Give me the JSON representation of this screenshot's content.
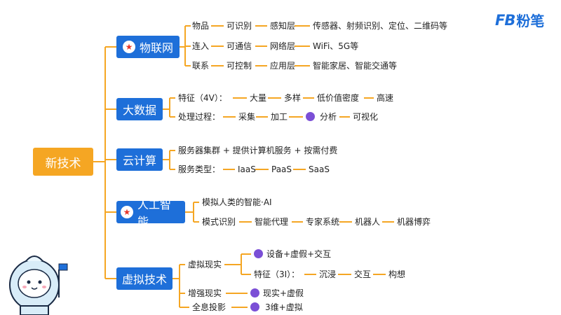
{
  "brand": {
    "mark": "FB",
    "name": "粉笔"
  },
  "root": {
    "label": "新技术"
  },
  "categories": [
    {
      "label": "物联网",
      "starred": true,
      "rows": [
        [
          "物品",
          "可识别",
          "感知层",
          "传感器、射频识别、定位、二维码等"
        ],
        [
          "连入",
          "可通信",
          "网络层",
          "WiFi、5G等"
        ],
        [
          "联系",
          "可控制",
          "应用层",
          "智能家居、智能交通等"
        ]
      ]
    },
    {
      "label": "大数据",
      "starred": false,
      "rows": [
        [
          "特征（4V）：",
          "大量",
          "多样",
          "低价值密度",
          "高速"
        ],
        [
          "处理过程：",
          "采集",
          "加工",
          "分析",
          "可视化"
        ]
      ]
    },
    {
      "label": "云计算",
      "starred": false,
      "rows": [
        [
          "服务器集群 + 提供计算机服务 + 按需付费"
        ],
        [
          "服务类型：",
          "IaaS",
          "PaaS",
          "SaaS"
        ]
      ]
    },
    {
      "label": "人工智能",
      "starred": true,
      "rows": [
        [
          "模拟人类的智能·AI"
        ],
        [
          "模式识别",
          "智能代理",
          "专家系统",
          "机器人",
          "机器博弈"
        ]
      ]
    },
    {
      "label": "虚拟技术",
      "starred": false,
      "vr": {
        "label": "虚拟现实",
        "items": [
          [
            "设备+虚假+交互"
          ],
          [
            "特征（3I）：",
            "沉浸",
            "交互",
            "构想"
          ]
        ]
      },
      "rows": [
        [
          "增强现实",
          "现实+虚假"
        ],
        [
          "全息投影",
          "3维+虚拟"
        ]
      ]
    }
  ],
  "colors": {
    "line": "#f5a623",
    "node": "#1e6fd9",
    "root": "#f5a623",
    "tag": "#7b4fd6",
    "star": "#e8362a"
  },
  "icons": {
    "star": "star-icon",
    "tag": "purple-tag-icon",
    "mascot": "astronaut-mascot"
  }
}
